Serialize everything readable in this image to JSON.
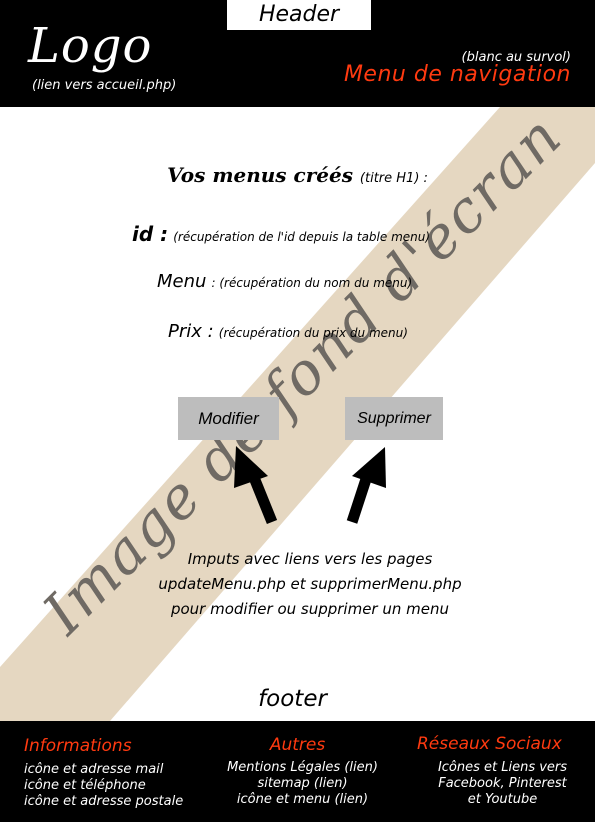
{
  "header": {
    "tab_label": "Header",
    "logo_text": "Logo",
    "logo_note": "(lien vers accueil.php)",
    "nav_hover_note": "(blanc au survol)",
    "nav_label": "Menu de navigation"
  },
  "background": {
    "watermark_text": "Image de fond d'écran",
    "band_color": "#e5d7c1"
  },
  "main": {
    "title": "Vos menus créés",
    "title_note": "(titre H1) :",
    "fields": [
      {
        "key": "id :",
        "note": "(récupération de l'id depuis la table menu)"
      },
      {
        "key": "Menu",
        "note": ": (récupération du nom du menu)"
      },
      {
        "key": "Prix :",
        "note": "(récupération du prix du menu)"
      }
    ],
    "buttons": {
      "modifier": "Modifier",
      "supprimer": "Supprimer"
    },
    "info_lines": [
      "Imputs avec liens vers les pages",
      "updateMenu.php et supprimerMenu.php",
      "pour modifier ou supprimer un menu"
    ]
  },
  "footer": {
    "label": "footer",
    "columns": [
      {
        "title": "Informations",
        "items": [
          "icône et adresse mail",
          "icône et téléphone",
          "icône et adresse postale"
        ]
      },
      {
        "title": "Autres",
        "items": [
          "Mentions Légales (lien)",
          "sitemap (lien)",
          "icône et menu (lien)"
        ]
      },
      {
        "title": "Réseaux Sociaux",
        "items": [
          "Icônes et Liens vers",
          "Facebook, Pinterest",
          "et Youtube"
        ]
      }
    ]
  },
  "colors": {
    "accent": "#ff3a10",
    "bar": "#000000",
    "button": "#bdbdbd"
  }
}
